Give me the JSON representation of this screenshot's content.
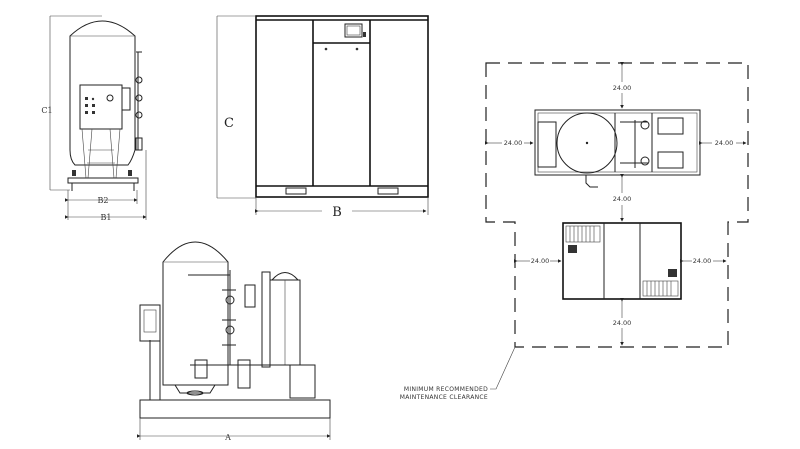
{
  "drawing": {
    "side_view_labels": {
      "height": "C1",
      "depth_inner": "B2",
      "depth_outer": "B1"
    },
    "front_view_labels": {
      "height": "C",
      "width": "B"
    },
    "assembly_view_labels": {
      "width": "A"
    },
    "clearance_view": {
      "dimensions": [
        "24.00",
        "24.00",
        "24.00",
        "24.00",
        "24.00",
        "24.00",
        "24.00"
      ],
      "note_line1": "MINIMUM RECOMMENDED",
      "note_line2": "MAINTENANCE CLEARANCE"
    }
  }
}
